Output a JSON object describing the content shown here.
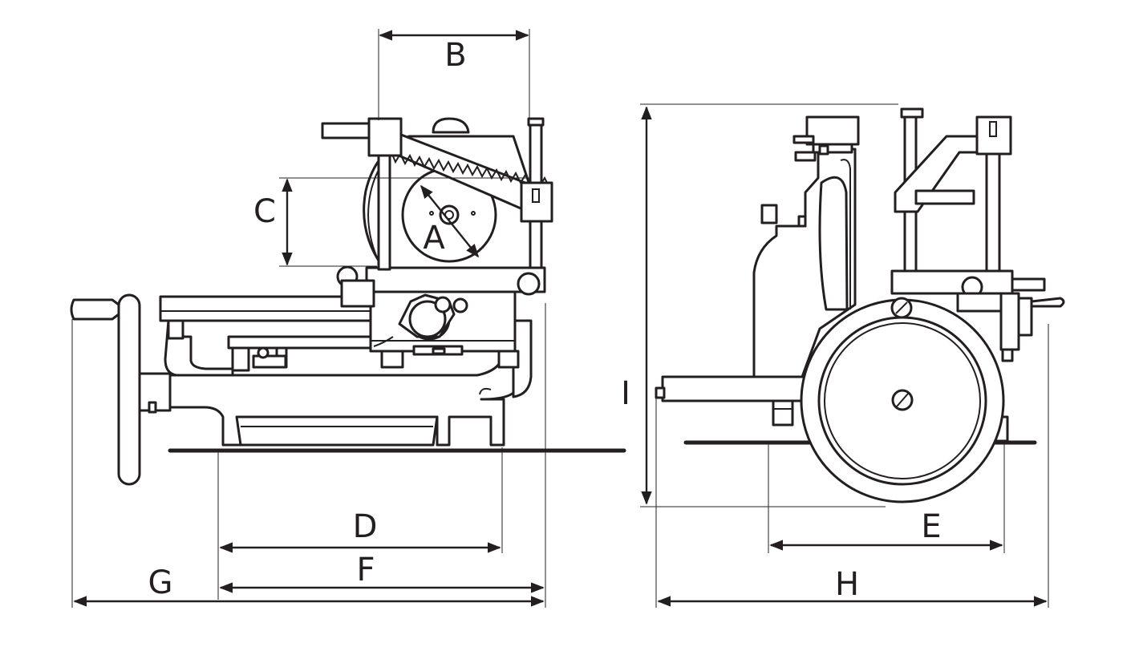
{
  "diagram": {
    "labels": {
      "a": "A",
      "b": "B",
      "c": "C",
      "d": "D",
      "e": "E",
      "f": "F",
      "g": "G",
      "h": "H",
      "i": "I"
    }
  }
}
